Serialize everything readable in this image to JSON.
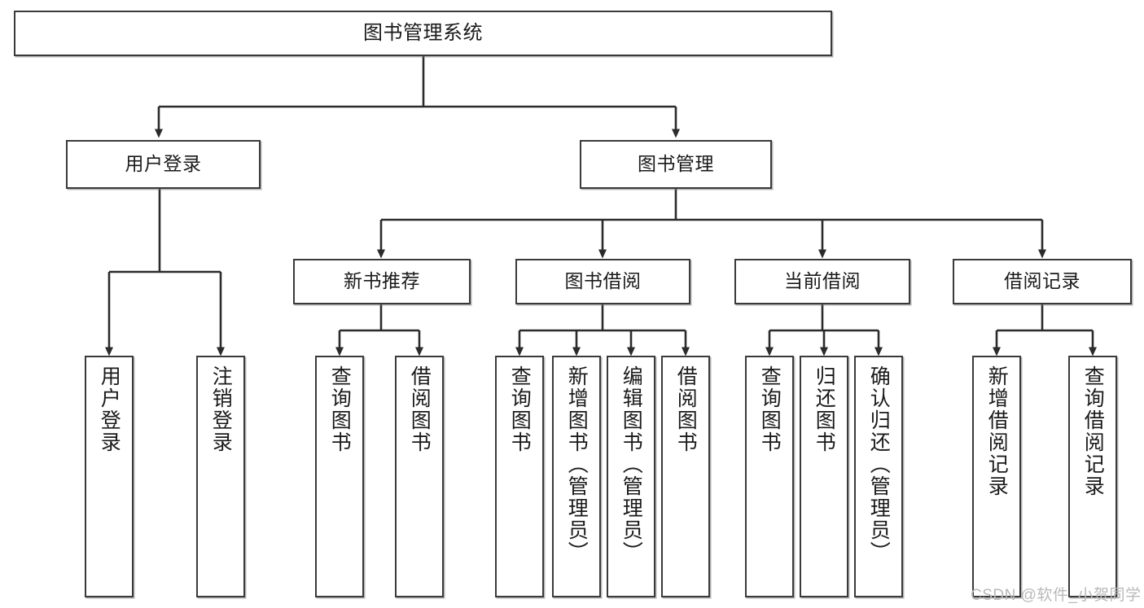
{
  "diagram": {
    "type": "tree-hierarchy-chart",
    "title": "图书管理系统",
    "colors": {
      "box_border": "#3a3a3a",
      "box_fill": "#ffffff",
      "edge": "#2b2b2b",
      "text": "#1a1a1a",
      "watermark": "#b9b9b9",
      "background": "#ffffff"
    },
    "nodes": {
      "root": {
        "label": "图书管理系统"
      },
      "level2": [
        {
          "id": "user-login",
          "label": "用户登录"
        },
        {
          "id": "book-manage",
          "label": "图书管理"
        }
      ],
      "level3": [
        {
          "id": "new-book-recommend",
          "label": "新书推荐"
        },
        {
          "id": "book-borrow",
          "label": "图书借阅"
        },
        {
          "id": "current-borrow",
          "label": "当前借阅"
        },
        {
          "id": "borrow-record",
          "label": "借阅记录"
        }
      ],
      "leaves": {
        "user_login": [
          {
            "id": "leaf-user-login",
            "label": "用户登录"
          },
          {
            "id": "leaf-logout-login",
            "label": "注销登录"
          }
        ],
        "new_book_recommend": [
          {
            "id": "leaf-query-book-1",
            "label": "查询图书"
          },
          {
            "id": "leaf-borrow-book-1",
            "label": "借阅图书"
          }
        ],
        "book_borrow": [
          {
            "id": "leaf-query-book-2",
            "label": "查询图书"
          },
          {
            "id": "leaf-add-book",
            "label": "新增图书（管理员）"
          },
          {
            "id": "leaf-edit-book",
            "label": "编辑图书（管理员）"
          },
          {
            "id": "leaf-borrow-book-2",
            "label": "借阅图书"
          }
        ],
        "current_borrow": [
          {
            "id": "leaf-query-book-3",
            "label": "查询图书"
          },
          {
            "id": "leaf-return-book",
            "label": "归还图书"
          },
          {
            "id": "leaf-confirm-return",
            "label": "确认归还（管理员）"
          }
        ],
        "borrow_record": [
          {
            "id": "leaf-add-record",
            "label": "新增借阅记录"
          },
          {
            "id": "leaf-query-record",
            "label": "查询借阅记录"
          }
        ]
      }
    },
    "watermark": "CSDN @软件_小贺同学"
  }
}
